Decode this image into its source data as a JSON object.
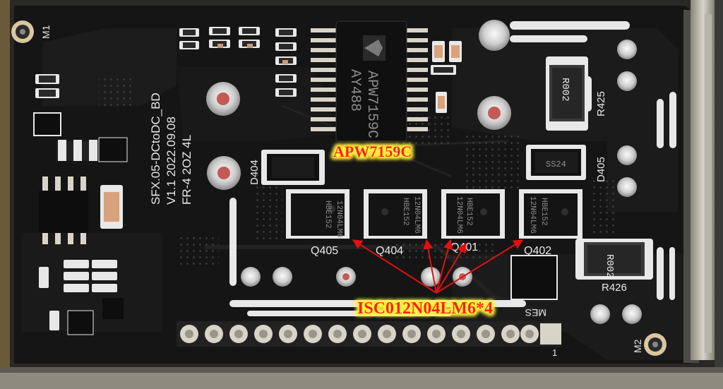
{
  "board": {
    "name_line1": "SFX.05-DCtoDC_BD",
    "name_line2": "V1.1  2022.09.08",
    "name_line3": "FR-4  2OZ  4L",
    "mount_top": "M1",
    "mount_bottom": "M2",
    "pin1_marker": "1",
    "conn_label": "MES"
  },
  "ic_controller": {
    "marking_line1": "APW7159C",
    "marking_line2": "AY488",
    "callout": "APW7159C"
  },
  "mosfets": {
    "refs": [
      "Q405",
      "Q404",
      "Q401",
      "Q402"
    ],
    "marking_line1": "12N04LM6",
    "marking_line2": "HBE152",
    "callout": "ISC012N04LM6*4"
  },
  "diodes": {
    "left": "D404",
    "right": "D405",
    "right_marking": "SS24"
  },
  "resistors": {
    "top_ref": "R425",
    "top_value": "R002",
    "bottom_ref": "R426",
    "bottom_value": "R002"
  },
  "colors": {
    "pcb": "#151515",
    "callout_text": "#ff1a1a",
    "callout_glow": "#fff23a",
    "arrow": "#e01010",
    "silkscreen": "#e8e8e8"
  }
}
